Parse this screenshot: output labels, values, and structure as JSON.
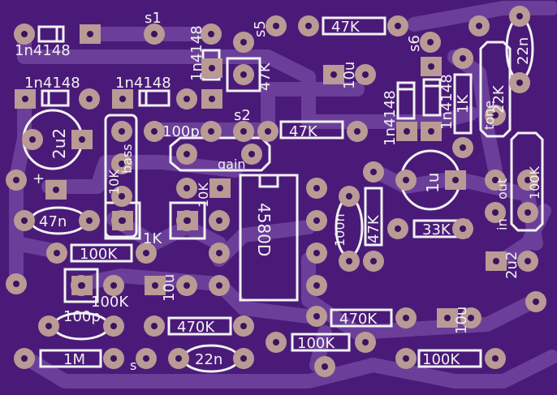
{
  "colors": {
    "board": "#4a1a78",
    "trace": "#6b3f99",
    "pad": "#b99a95",
    "hole": "#3a145e",
    "silk": "#f2f2f2"
  },
  "labels": {
    "d1": "1n4148",
    "d2": "1n4148",
    "d3": "1n4148",
    "d4": "1n4148",
    "d5": "1n4148",
    "d6": "1n4148",
    "s1": "s1",
    "s2": "s2",
    "s5": "s5",
    "s6": "s6",
    "r47k_top": "47K",
    "r47k_mid": "47K",
    "r47k_vert": "47K",
    "r47k_pot": "47K",
    "r1k": "1K",
    "c10u_a": "10u",
    "c10u_b": "10u",
    "c10u_c": "10u",
    "c22n_top": "22n",
    "c22k": "22K",
    "c2u2_a": "2u2",
    "c2u2_b": "2u2",
    "c100p_a": "100p",
    "c100p_b": "100p",
    "bass": "bass",
    "bass_val": "10K",
    "gain": "gain",
    "gain_val": "10K",
    "plus": "+",
    "c47n": "47n",
    "c1u": "1u",
    "ic": "4580D",
    "c100n": "100n",
    "r33k": "33K",
    "r1k_b": "1K",
    "r100k_a": "100K",
    "r100k_b": "100K",
    "r100k_c": "100K",
    "r100k_d": "100K",
    "r470k_a": "470K",
    "r470k_b": "470K",
    "r1m": "1M",
    "c22n_b": "22n",
    "tone": "tone",
    "out": "out",
    "in": "in",
    "r100k_out": "100K",
    "s_small": "s"
  }
}
